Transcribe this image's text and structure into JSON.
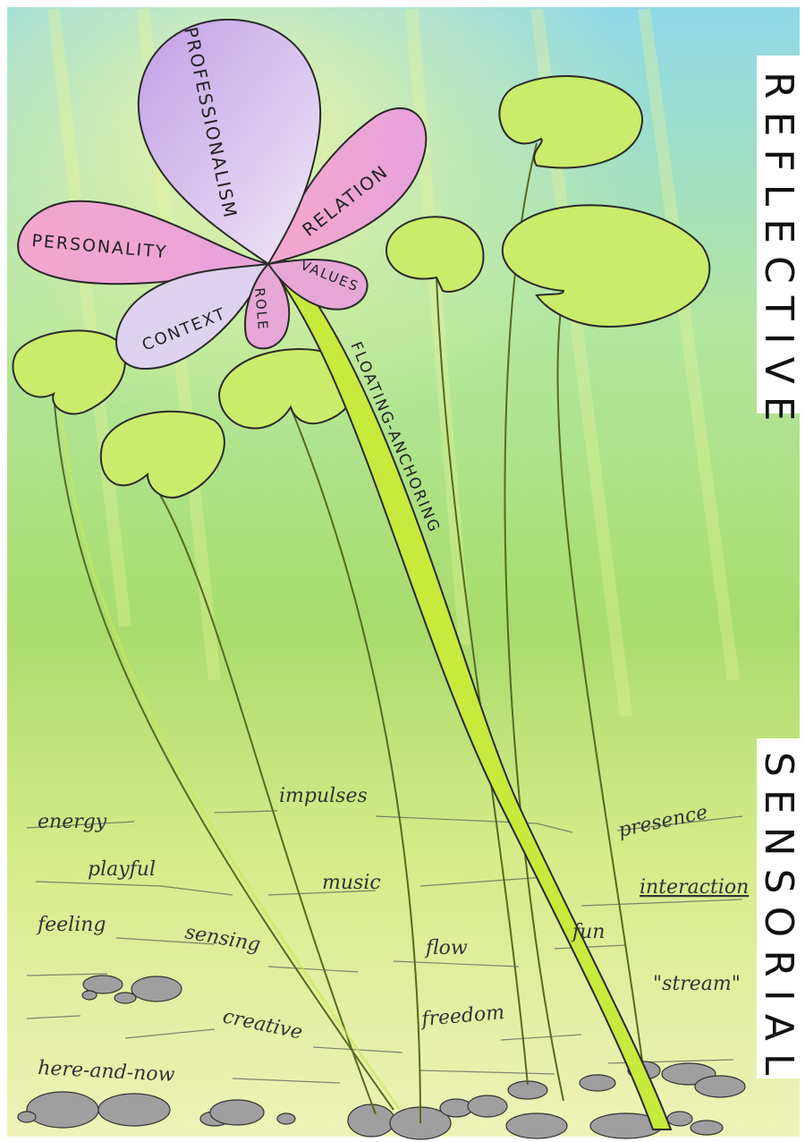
{
  "side_labels": {
    "top": "REFLECTIVE",
    "bottom": "SENSORIAL"
  },
  "flower": {
    "petals": {
      "top": "PROFESSIONALISM",
      "right": "RELATION",
      "left": "PERSONALITY",
      "lower_left": "CONTEXT",
      "lower_mid": "ROLE",
      "lower_right": "VALUES"
    },
    "stem_label": "FLOATING-ANCHORING"
  },
  "sensorial_words": {
    "energy": "energy",
    "impulses": "impulses",
    "presence": "presence",
    "playful": "playful",
    "music": "music",
    "interaction": "interaction",
    "feeling": "feeling",
    "sensing": "sensing",
    "flow": "flow",
    "fun": "fun",
    "stream": "\"stream\"",
    "creative": "creative",
    "freedom": "freedom",
    "here_and_now": "here-and-now"
  },
  "colors": {
    "water_top": "#8fd8e8",
    "water_mid": "#a9e07a",
    "water_bottom": "#e9efb0",
    "lily_pad": "#c9ec6a",
    "petal_pink": "#ef9fc6",
    "petal_purple": "#c9a4e6",
    "petal_lilac": "#ddd2ef",
    "stem": "#c7ea3c",
    "stone": "#9a9a9a"
  }
}
